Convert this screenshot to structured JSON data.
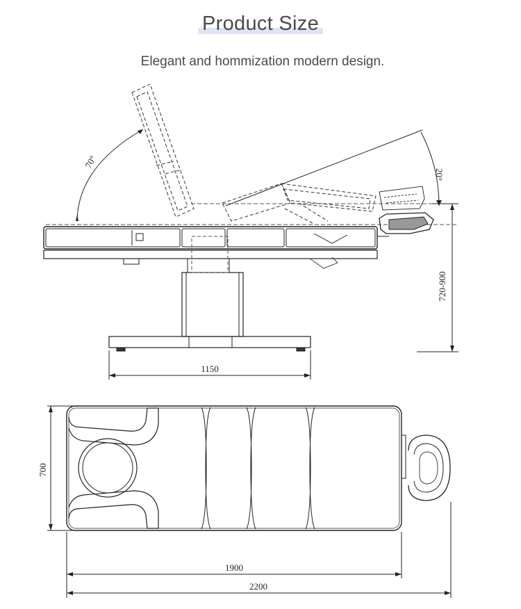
{
  "header": {
    "title": "Product Size",
    "subtitle": "Elegant and  hommization modern design."
  },
  "side_view": {
    "backrest_angle": "70°",
    "leg_angle": "20°",
    "height_range": "720-900",
    "base_width": "1150"
  },
  "top_view": {
    "width": "700",
    "bed_length": "1900",
    "total_length": "2200"
  },
  "colors": {
    "line": "#222222",
    "text": "#4a4a4a",
    "title_highlight": "#dfe4f5"
  }
}
